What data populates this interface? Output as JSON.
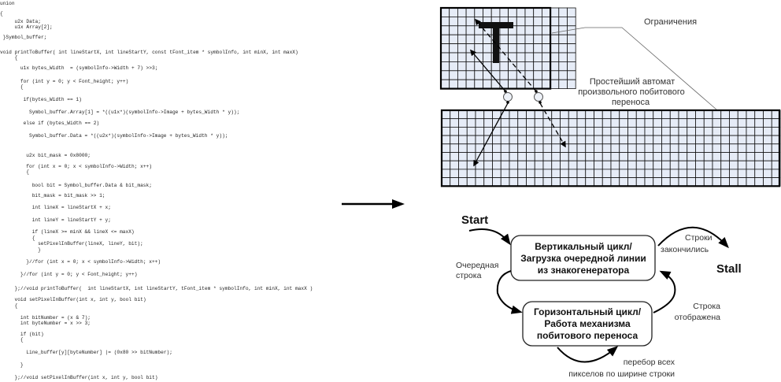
{
  "code_listing": {
    "lines": [
      {
        "text": "union",
        "indent": 0
      },
      {
        "text": "{",
        "indent": 0
      },
      {
        "text": "u2x Data;",
        "indent": 5
      },
      {
        "text": "u1x Array[2];",
        "indent": 5
      },
      {
        "text": "}Symbol_buffer;",
        "indent": 1
      },
      {
        "text": "void printToBuffer( int lineStartX, int lineStartY, const tFont_item * symbolInfo, int minX, int maxX)",
        "indent": 0
      },
      {
        "text": "{",
        "indent": 5
      },
      {
        "text": "u1x bytes_Width  = (symbolInfo->Width + 7) >>3;",
        "indent": 7
      },
      {
        "text": "for (int y = 0; y < Font_height; y++)",
        "indent": 7
      },
      {
        "text": "{",
        "indent": 7
      },
      {
        "text": "if(bytes_Width == 1)",
        "indent": 8
      },
      {
        "text": "Symbol_buffer.Array[1] = *((u1x*)(symbolInfo->Image + bytes_Width * y));",
        "indent": 10
      },
      {
        "text": "else if (bytes_Width == 2)",
        "indent": 8
      },
      {
        "text": "Symbol_buffer.Data = *((u2x*)(symbolInfo->Image + bytes_Width * y));",
        "indent": 10
      },
      {
        "text": "u2x bit_mask = 0x8000;",
        "indent": 9
      },
      {
        "text": "for (int x = 0; x < symbolInfo->Width; x++)",
        "indent": 9
      },
      {
        "text": "{",
        "indent": 9
      },
      {
        "text": "bool bit = Symbol_buffer.Data & bit_mask;",
        "indent": 11
      },
      {
        "text": "bit_mask = bit_mask >> 1;",
        "indent": 11
      },
      {
        "text": "int lineX = lineStartX + x;",
        "indent": 11
      },
      {
        "text": "int lineY = lineStartY + y;",
        "indent": 11
      },
      {
        "text": "if (lineX >= minX && lineX <= maxX)",
        "indent": 11
      },
      {
        "text": "{",
        "indent": 11
      },
      {
        "text": "setPixelInBuffer(lineX, lineY, bit);",
        "indent": 13
      },
      {
        "text": "}",
        "indent": 13
      },
      {
        "text": "}//for (int x = 0; x < symbolInfo->Width; x++)",
        "indent": 9
      },
      {
        "text": "}//for (int y = 0; y < Font_height; y++)",
        "indent": 7
      },
      {
        "text": "};//void printToBuffer(  int lineStartX, int lineStartY, tFont_item * symbolInfo, int minX, int maxX )",
        "indent": 5
      },
      {
        "text": "void setPixelInBuffer(int x, int y, bool bit)",
        "indent": 5
      },
      {
        "text": "{",
        "indent": 5
      },
      {
        "text": "int bitNumber = (x & 7);",
        "indent": 7
      },
      {
        "text": "int byteNumber = x >> 3;",
        "indent": 7
      },
      {
        "text": "if (bit)",
        "indent": 7
      },
      {
        "text": "{",
        "indent": 7
      },
      {
        "text": "Line_buffer[y][byteNumber] |= (0x80 >> bitNumber);",
        "indent": 9
      },
      {
        "text": "}",
        "indent": 7
      },
      {
        "text": "};//void setPixelInBuffer(int x, int y, bool bit)",
        "indent": 5
      }
    ]
  },
  "grid_diagram": {
    "glyph": "T",
    "label_constraints": "Ограничения",
    "label_automaton": [
      "Простейший автомат",
      "произвольного побитового",
      "переноса"
    ],
    "colors": {
      "cell_fill": "#e6ecf7",
      "grid_line": "#111111",
      "accent_line": "#666666"
    }
  },
  "state_diagram": {
    "start_label": "Start",
    "stall_label": "Stall",
    "vertical_state": [
      "Вертикальный цикл/",
      "Загрузка очередной линии",
      "из знакогенератора"
    ],
    "horizontal_state": [
      "Горизонтальный цикл/",
      "Работа механизма",
      "побитового переноса"
    ],
    "edge_next_line": [
      "Очередная",
      "строка"
    ],
    "edge_lines_done": [
      "Строки",
      "закончились"
    ],
    "edge_line_shown": [
      "Строка",
      "отображена"
    ],
    "edge_pixel_loop": [
      "перебор всех",
      "пикселов по ширине строки"
    ]
  }
}
